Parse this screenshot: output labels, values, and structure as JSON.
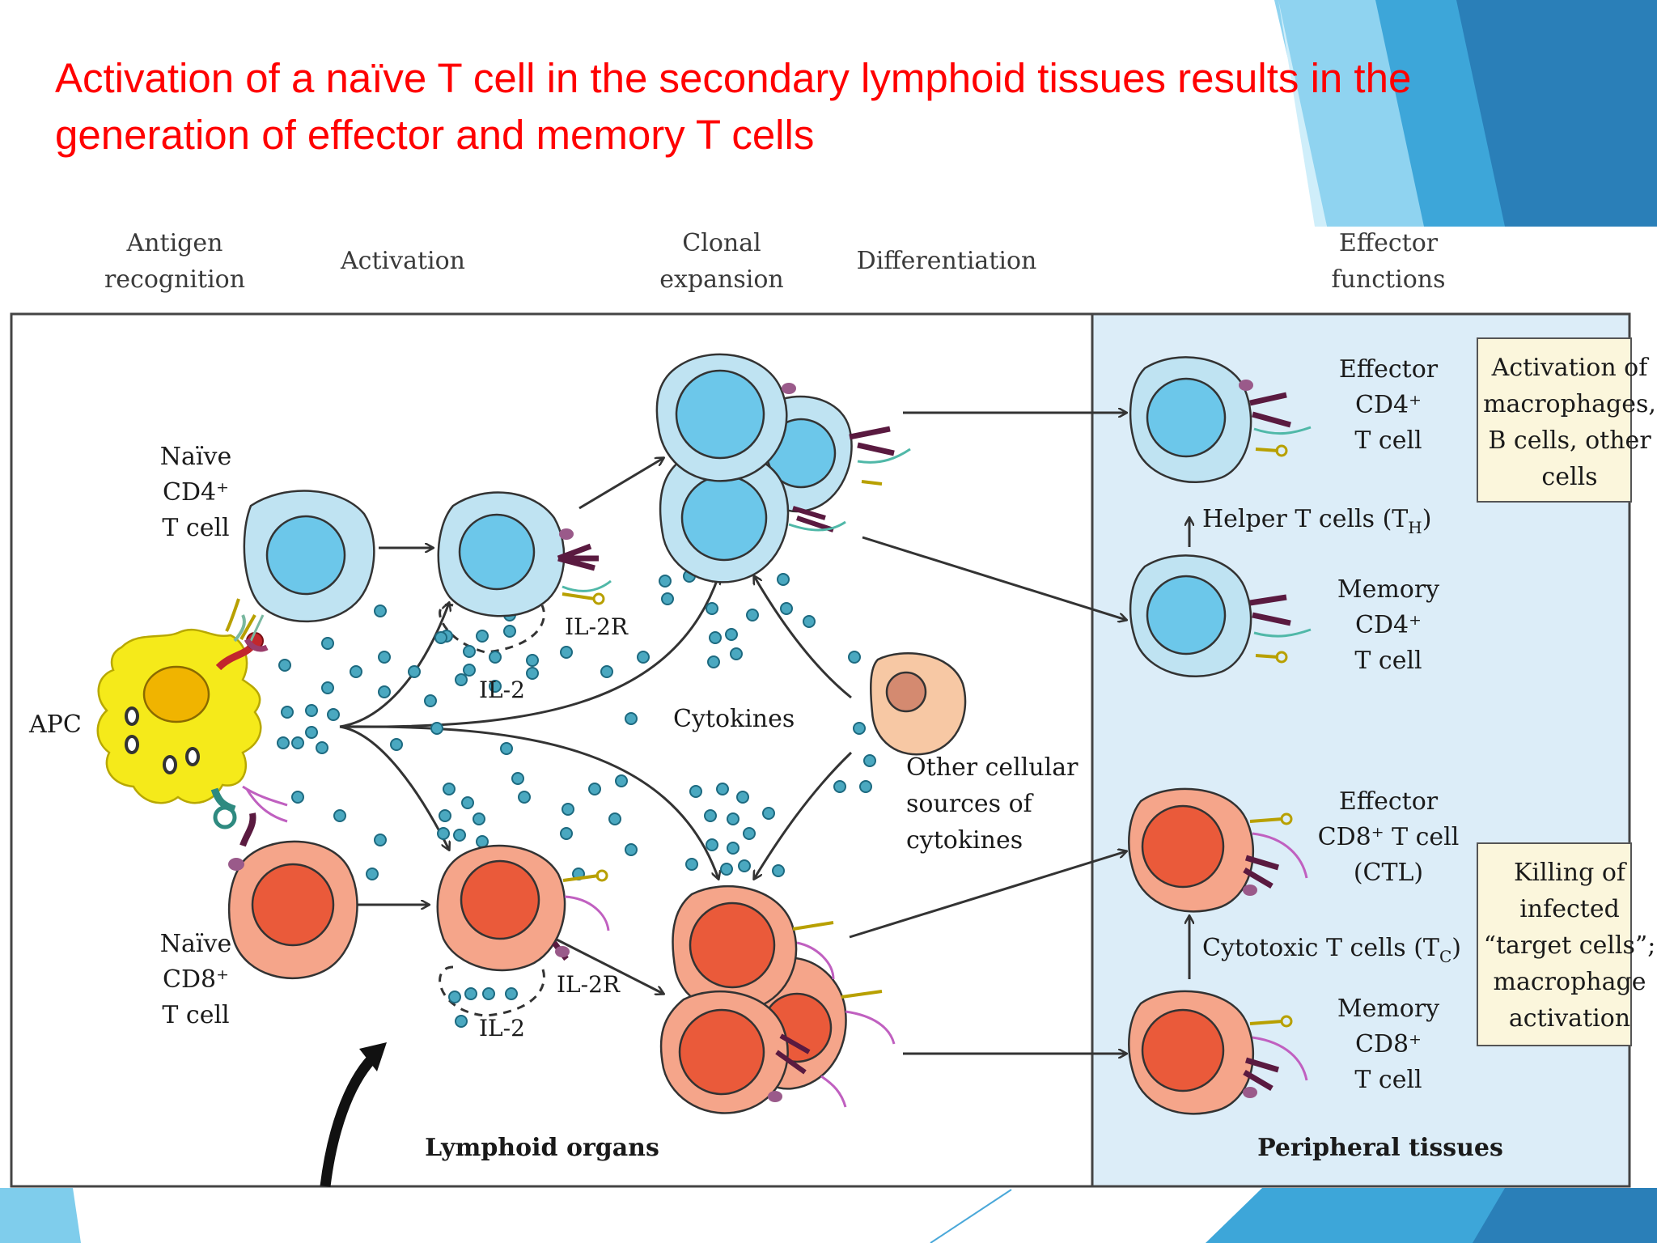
{
  "slide": {
    "title": "Activation of a naïve T cell in the secondary lymphoid tissues results in the generation of effector and memory T cells"
  },
  "stages": {
    "antigen_recognition": [
      "Antigen",
      "recognition"
    ],
    "activation": "Activation",
    "clonal_expansion": [
      "Clonal",
      "expansion"
    ],
    "differentiation": "Differentiation",
    "effector_functions": [
      "Effector",
      "functions"
    ]
  },
  "cells": {
    "naive_cd4": [
      "Naïve",
      "CD4⁺",
      "T cell"
    ],
    "naive_cd8": [
      "Naïve",
      "CD8⁺",
      "T cell"
    ],
    "apc": "APC",
    "effector_cd4": [
      "Effector",
      "CD4⁺",
      "T cell"
    ],
    "memory_cd4": [
      "Memory",
      "CD4⁺",
      "T cell"
    ],
    "effector_cd8": [
      "Effector",
      "CD8⁺ T cell",
      "(CTL)"
    ],
    "memory_cd8": [
      "Memory",
      "CD8⁺",
      "T cell"
    ],
    "other_sources": [
      "Other cellular",
      "sources of",
      "cytokines"
    ]
  },
  "labels": {
    "il2r_top": "IL-2R",
    "il2_top": "IL-2",
    "il2r_bottom": "IL-2R",
    "il2_bottom": "IL-2",
    "cytokines": "Cytokines",
    "helper": "Helper T cells (T",
    "helper_sub": "H",
    "cytotoxic": "Cytotoxic T cells (T",
    "cytotoxic_sub": "C",
    "lymphoid_organs": "Lymphoid organs",
    "peripheral_tissues": "Peripheral tissues"
  },
  "boxes": {
    "cd4_function": [
      "Activation of",
      "macrophages,",
      "B cells, other",
      "cells"
    ],
    "cd8_function": [
      "Killing of",
      "infected",
      "“target cells”;",
      "macrophage",
      "activation"
    ]
  },
  "colors": {
    "title": "#ff0000",
    "cd4_cell": "#bfe3f2",
    "cd4_nucleus": "#6cc7ea",
    "cd8_cell": "#f5a58a",
    "cd8_nucleus": "#ea5a3a",
    "apc": "#f5ea1a",
    "apc_nucleus": "#f0b400",
    "peripheral_bg": "#dcedf8",
    "box_bg": "#fbf6dc",
    "cytokine": "#4aa8c0",
    "theme_blue": "#2e86c1"
  }
}
